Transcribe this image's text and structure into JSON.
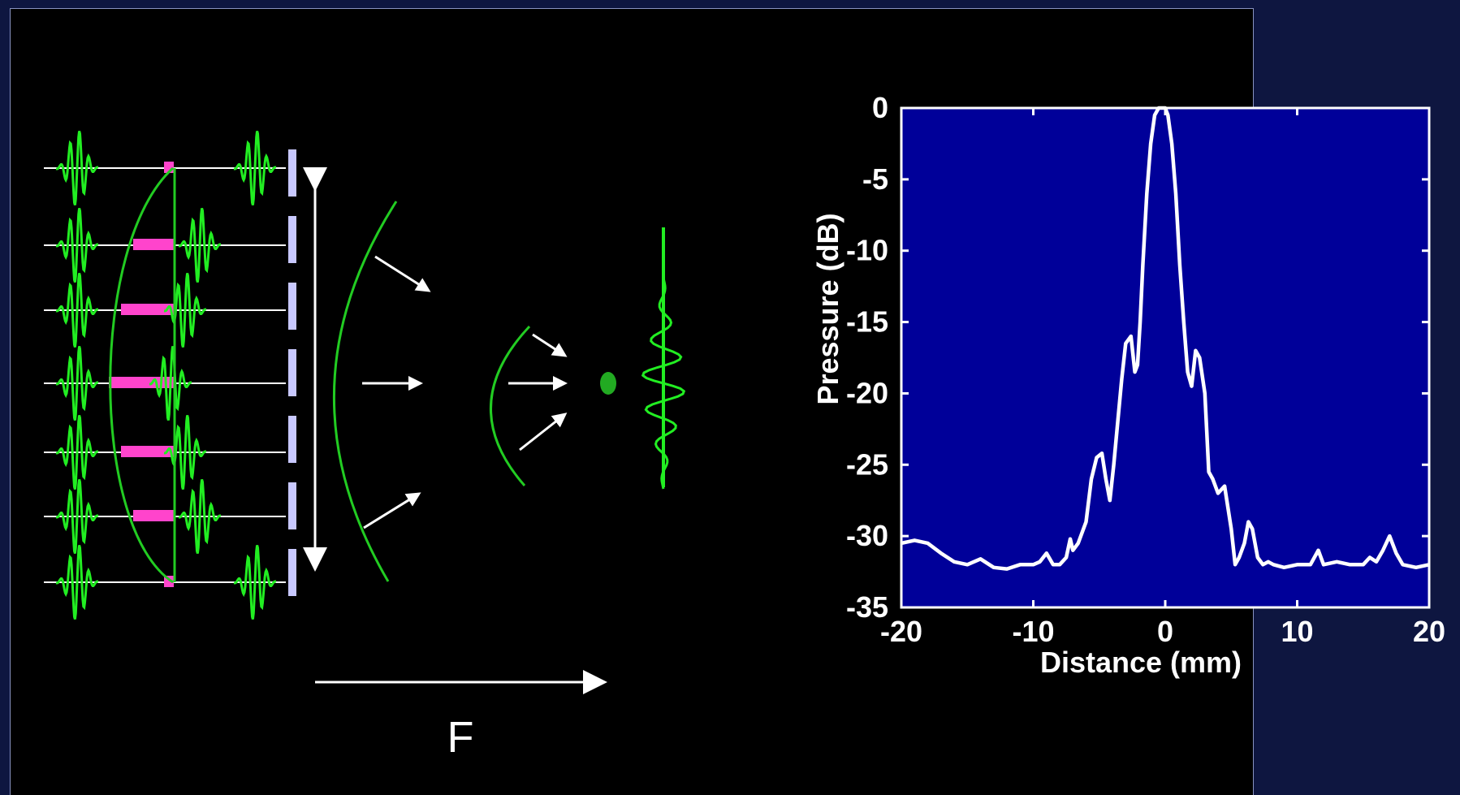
{
  "focusing_diagram": {
    "focal_length_label": "F"
  },
  "chart_data": {
    "type": "line",
    "title": "",
    "xlabel": "Distance (mm)",
    "ylabel": "Pressure (dB)",
    "xlim": [
      -20,
      20
    ],
    "ylim": [
      -35,
      0
    ],
    "x_ticks": [
      -20,
      -10,
      0,
      10,
      20
    ],
    "y_ticks": [
      0,
      -5,
      -10,
      -15,
      -20,
      -25,
      -30,
      -35
    ],
    "grid": false,
    "colors": {
      "plot_background": "#000099",
      "line": "#ffffff"
    },
    "series": [
      {
        "x": [
          -20,
          -19,
          -18,
          -17,
          -16,
          -15,
          -14,
          -13,
          -12,
          -11,
          -10,
          -9.5,
          -9,
          -8.5,
          -8,
          -7.5,
          -7.2,
          -7,
          -6.6,
          -6,
          -5.6,
          -5.2,
          -4.8,
          -4.5,
          -4.2,
          -3.9,
          -3.6,
          -3.3,
          -3,
          -2.6,
          -2.3,
          -2.1,
          -1.9,
          -1.7,
          -1.4,
          -1.1,
          -0.8,
          -0.5,
          -0.2,
          0,
          0.2,
          0.5,
          0.8,
          1.1,
          1.4,
          1.7,
          2,
          2.3,
          2.6,
          3,
          3.3,
          3.6,
          4,
          4.5,
          5,
          5.3,
          5.6,
          6,
          6.3,
          6.6,
          7,
          7.4,
          7.8,
          8.2,
          9,
          10,
          11,
          11.6,
          12,
          13,
          14,
          15,
          15.5,
          16,
          16.5,
          17,
          17.5,
          18,
          19,
          20
        ],
        "y": [
          -30.5,
          -30.3,
          -30.5,
          -31.2,
          -31.8,
          -32.0,
          -31.6,
          -32.2,
          -32.3,
          -32.0,
          -32.0,
          -31.8,
          -31.2,
          -32.0,
          -32.0,
          -31.5,
          -30.2,
          -31.0,
          -30.5,
          -29.0,
          -26.0,
          -24.5,
          -24.2,
          -26.0,
          -27.5,
          -25.0,
          -22.0,
          -19.0,
          -16.5,
          -16.0,
          -18.5,
          -18.0,
          -15.0,
          -11.0,
          -6.0,
          -2.5,
          -0.5,
          0,
          0,
          0,
          -0.5,
          -2.5,
          -6.0,
          -11.0,
          -15.0,
          -18.5,
          -19.5,
          -17.0,
          -17.5,
          -20.0,
          -25.5,
          -26.0,
          -27.0,
          -26.5,
          -29.5,
          -32.0,
          -31.5,
          -30.5,
          -29.0,
          -29.5,
          -31.5,
          -32.0,
          -31.8,
          -32.0,
          -32.2,
          -32.0,
          -32.0,
          -31.0,
          -32.0,
          -31.8,
          -32.0,
          -32.0,
          -31.5,
          -31.8,
          -31.0,
          -30.0,
          -31.2,
          -32.0,
          -32.2,
          -32.0
        ]
      }
    ]
  }
}
